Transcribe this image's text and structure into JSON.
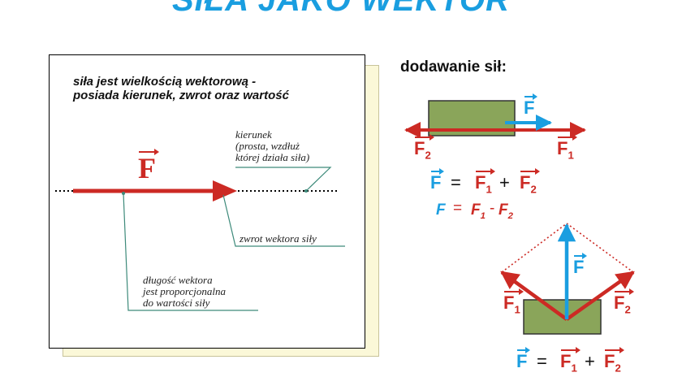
{
  "title": "SIŁA JAKO WEKTOR",
  "left_panel": {
    "headline_line1": "siła jest wielkością wektorową -",
    "headline_line2": "posiada kierunek, zwrot oraz wartość",
    "vector_symbol": "F",
    "direction_note": [
      "kierunek",
      "(prosta, wzdłuż",
      "której działa siła)"
    ],
    "sense_note": "zwrot wektora siły",
    "magnitude_note": [
      "długość wektora",
      "jest proporcjonalna",
      "do wartości siły"
    ]
  },
  "addition": {
    "heading": "dodawanie sił:",
    "symbol_F": "F",
    "sub_1": "1",
    "sub_2": "2",
    "plus": "+",
    "minus": "-",
    "equals": "="
  },
  "colors": {
    "red": "#cc2a24",
    "blue": "#1a9ee0",
    "box_green": "#8aa55a",
    "note_line": "#3d8a7a"
  }
}
